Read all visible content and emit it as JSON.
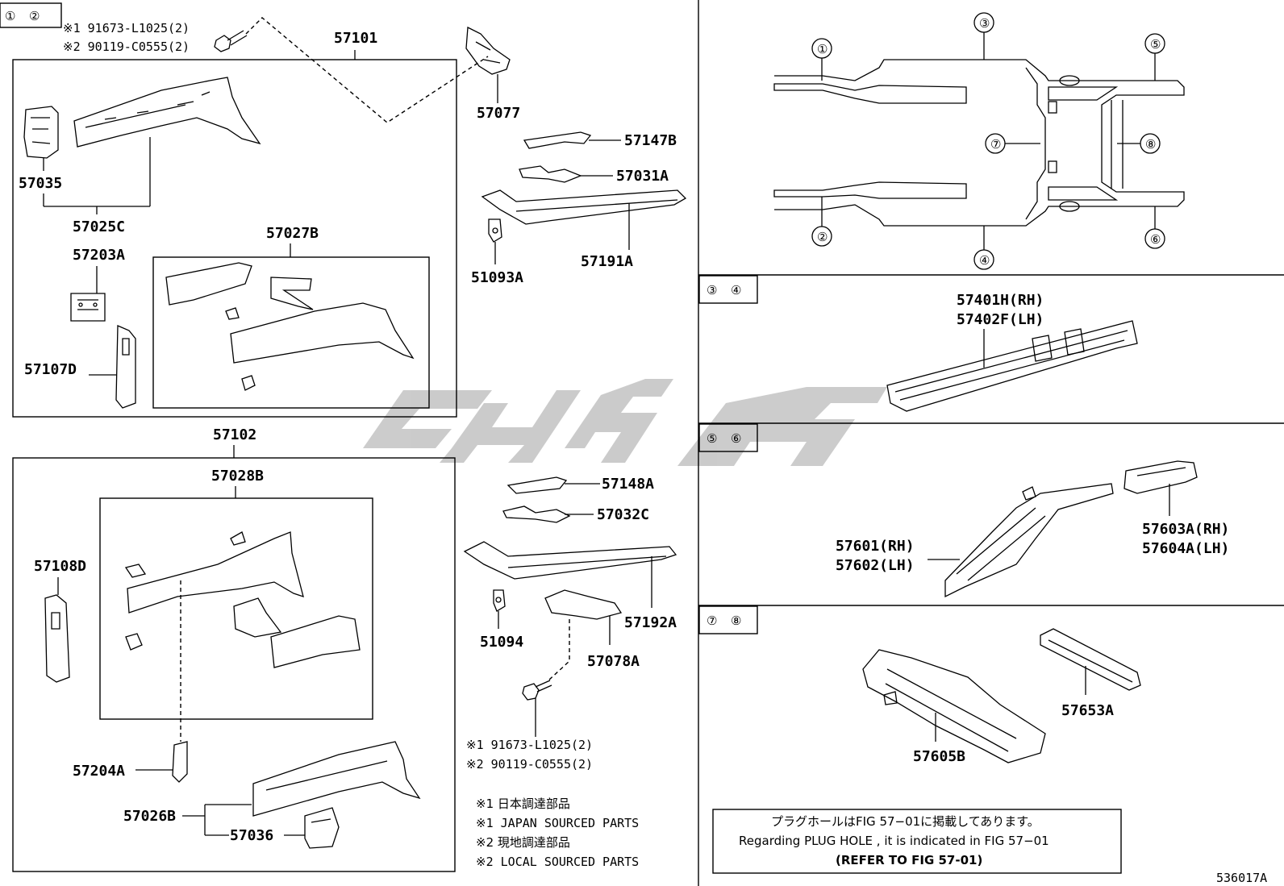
{
  "section_tags": {
    "s12": [
      "①",
      "②"
    ],
    "s34": [
      "③",
      "④"
    ],
    "s56": [
      "⑤",
      "⑥"
    ],
    "s78": [
      "⑦",
      "⑧"
    ]
  },
  "frame_keys": [
    "①",
    "②",
    "③",
    "④",
    "⑤",
    "⑥",
    "⑦",
    "⑧"
  ],
  "fasteners": {
    "top": [
      "※1 91673-L1025(2)",
      "※2 90119-C0555(2)"
    ],
    "bottom": [
      "※1 91673-L1025(2)",
      "※2 90119-C0555(2)"
    ]
  },
  "parts": {
    "p57101": "57101",
    "p57077": "57077",
    "p57147B": "57147B",
    "p57031A": "57031A",
    "p57191A": "57191A",
    "p51093A": "51093A",
    "p57035": "57035",
    "p57025C": "57025C",
    "p57203A": "57203A",
    "p57027B": "57027B",
    "p57107D": "57107D",
    "p57102": "57102",
    "p57028B": "57028B",
    "p57108D": "57108D",
    "p57148A": "57148A",
    "p57032C": "57032C",
    "p57192A": "57192A",
    "p51094": "51094",
    "p57078A": "57078A",
    "p57204A": "57204A",
    "p57026B": "57026B",
    "p57036": "57036",
    "p57401H": "57401H(RH)",
    "p57402F": "57402F(LH)",
    "p57601": "57601(RH)",
    "p57602": "57602(LH)",
    "p57603A": "57603A(RH)",
    "p57604A": "57604A(LH)",
    "p57653A": "57653A",
    "p57605B": "57605B"
  },
  "legend": [
    "※1 日本調達部品",
    "※1 JAPAN SOURCED PARTS",
    "※2 現地調達部品",
    "※2 LOCAL SOURCED PARTS"
  ],
  "plug_hole_note": [
    "プラグホールはFIG 57−01に掲載してあります。",
    "Regarding  PLUG  HOLE , it is indicated in  FIG  57−01",
    "(REFER TO FIG 57-01)"
  ],
  "figure_id": "536017A",
  "colors": {
    "line": "#000000",
    "watermark": "#c8c8c8",
    "background": "#ffffff"
  }
}
